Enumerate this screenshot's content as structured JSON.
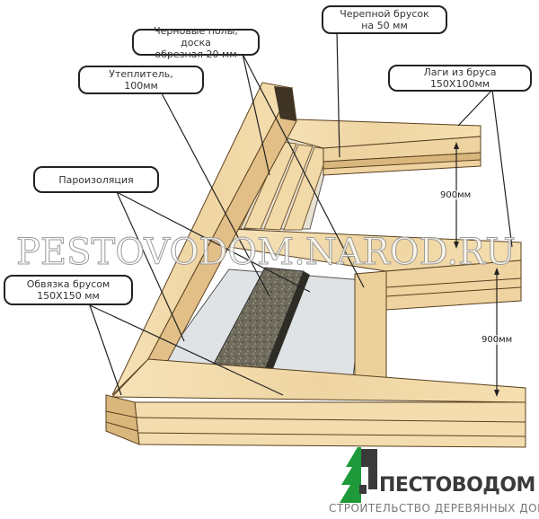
{
  "labels": {
    "cranial_bar": "Черепной брусок\nна 50 мм",
    "subfloor": "Черновые полы, доска\nобрезная 20 мм",
    "insulation": "Утеплитель,\n100мм",
    "joists": "Лаги из бруса 150Х100мм",
    "vapor_barrier": "Пароизоляция",
    "sill": "Обвязка брусом\n150Х150 мм"
  },
  "dimensions": {
    "upper_span": "900мм",
    "lower_span": "900мм"
  },
  "watermark": "PESTOVODOM.NAROD.RU",
  "logo": {
    "name": "ПЕСТОВОДОМ",
    "tagline": "СТРОИТЕЛЬСТВО ДЕРЕВЯННЫХ ДОМОВ"
  },
  "colors": {
    "wood_light": "#f3dcae",
    "wood_mid": "#e6c48a",
    "wood_dark": "#c9a064",
    "insulation": "#6f6b5c",
    "vapor": "#dfe3e6",
    "logo_green": "#1f9a3a"
  }
}
